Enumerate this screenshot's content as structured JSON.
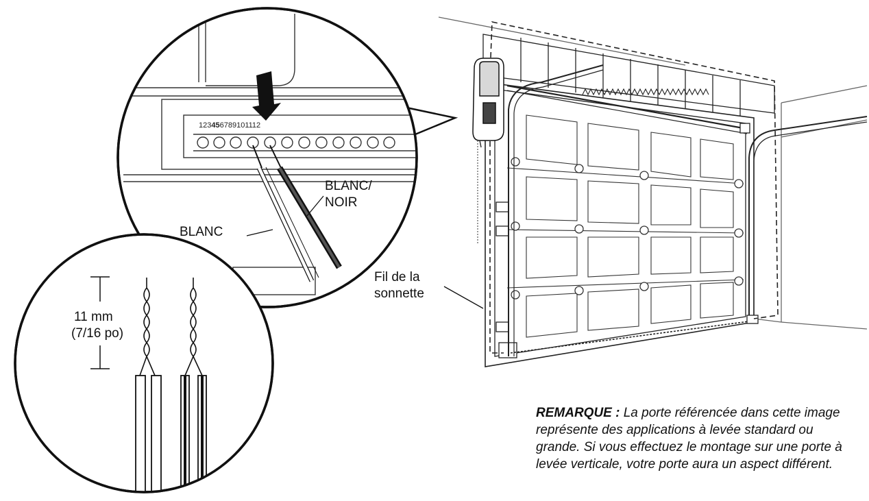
{
  "labels": {
    "terminal_prefix": "123",
    "terminal_bold": "45",
    "terminal_suffix": "6789101112",
    "blanc_noir_line1": "BLANC/",
    "blanc_noir_line2": "NOIR",
    "blanc": "BLANC",
    "strip_length_line1": "11 mm",
    "strip_length_line2": "(7/16 po)",
    "bell_wire_line1": "Fil de la",
    "bell_wire_line2": "sonnette"
  },
  "note": {
    "heading": "REMARQUE :",
    "body": " La porte référencée dans cette image représente des applications à levée standard ou grande. Si vous effectuez le montage sur une porte à levée verticale, votre porte aura un aspect différent."
  }
}
